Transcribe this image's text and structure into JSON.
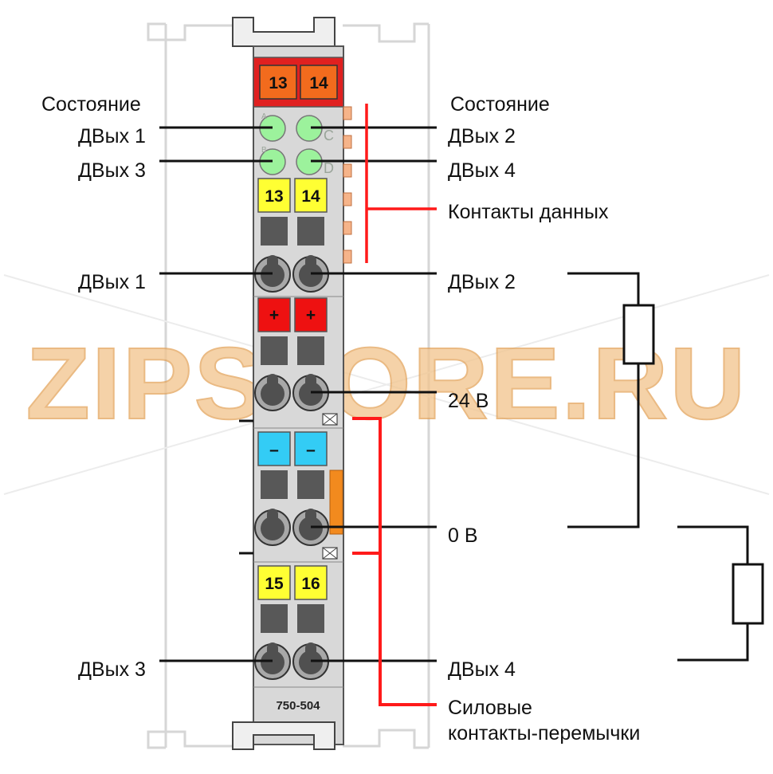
{
  "labels": {
    "left_status_title": "Состояние",
    "left_status_1": "ДВых 1",
    "left_status_3": "ДВых 3",
    "right_status_title": "Состояние",
    "right_status_2": "ДВых 2",
    "right_status_4": "ДВых 4",
    "data_contacts": "Контакты данных",
    "left_out_1": "ДВых 1",
    "right_out_2": "ДВых 2",
    "supply_24v": "24 В",
    "supply_0v": "0 В",
    "left_out_3": "ДВых 3",
    "right_out_4": "ДВых 4",
    "jumper_line1": "Силовые",
    "jumper_line2": "контакты-перемычки"
  },
  "module": {
    "model": "750-504",
    "fuse_left": "13",
    "fuse_right": "14",
    "led_a": "A",
    "led_b": "B",
    "led_c": "C",
    "led_d": "D",
    "term_top_left": "13",
    "term_top_right": "14",
    "term_plus_left": "+",
    "term_plus_right": "+",
    "term_minus_left": "–",
    "term_minus_right": "–",
    "term_bottom_left": "15",
    "term_bottom_right": "16"
  },
  "watermark": "ZIPSTORE.RU",
  "colors": {
    "module_body": "#d8d8d8",
    "fuse_bar": "#e02020",
    "fuse_orange": "#f26b1d",
    "led_green": "#9cf29c",
    "term_yellow": "#ffff33",
    "term_red": "#ee1111",
    "term_blue": "#33ccf5",
    "callout_red": "#ff1a1a",
    "rail_gray": "#d6d6d6",
    "watermark_orange": "#f5c080",
    "watermark_gray": "#cfcfcf"
  }
}
